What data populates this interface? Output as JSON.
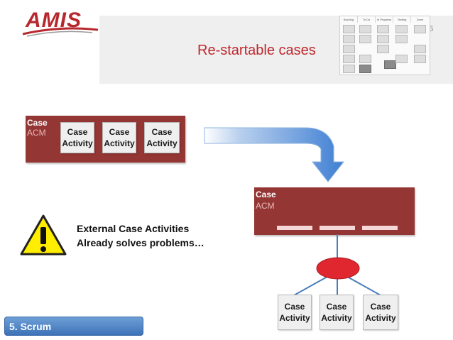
{
  "header": {
    "logo_text": "AMIS",
    "title": "Re-startable cases",
    "slide_number": "25",
    "board_columns": [
      "Backlog",
      "To Do",
      "In Progress",
      "Testing",
      "Done"
    ]
  },
  "left_case": {
    "title": "Case",
    "subtitle": "ACM",
    "activities": [
      {
        "line1": "Case",
        "line2": "Activity"
      },
      {
        "line1": "Case",
        "line2": "Activity"
      },
      {
        "line1": "Case",
        "line2": "Activity"
      }
    ]
  },
  "right_case": {
    "title": "Case",
    "subtitle": "ACM",
    "activities": [
      {
        "line1": "Case",
        "line2": "Activity"
      },
      {
        "line1": "Case",
        "line2": "Activity"
      },
      {
        "line1": "Case",
        "line2": "Activity"
      }
    ]
  },
  "warning": {
    "line1": "External Case Activities",
    "line2": "Already solves problems…"
  },
  "nav": {
    "label": "5. Scrum"
  },
  "colors": {
    "brand_red": "#c0262c",
    "case_fill": "#943634",
    "arrow_blue": "#4a86d8",
    "ellipse_red": "#e0262e",
    "nav_blue": "#4a80c4"
  }
}
